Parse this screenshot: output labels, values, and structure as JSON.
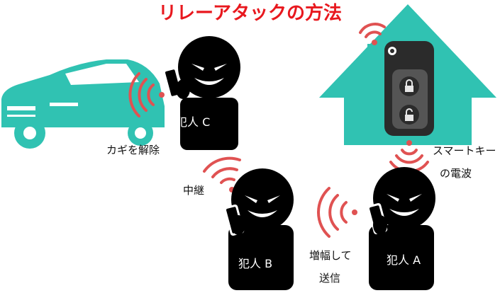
{
  "title": "リレーアタックの方法",
  "labels": {
    "unlock": "カギを解除",
    "relay": "中継",
    "amplify_line1": "増幅して",
    "amplify_line2": "送信",
    "smartkey_line1": "スマートキー",
    "smartkey_line2": "の電波"
  },
  "persons": {
    "a": "犯人 A",
    "b": "犯人 B",
    "c": "犯人 C"
  },
  "colors": {
    "title": "#e8181e",
    "wave": "#e05252",
    "teal": "#30c2b2",
    "silhouette": "#000000",
    "keyfob": "#2b2b2b"
  }
}
